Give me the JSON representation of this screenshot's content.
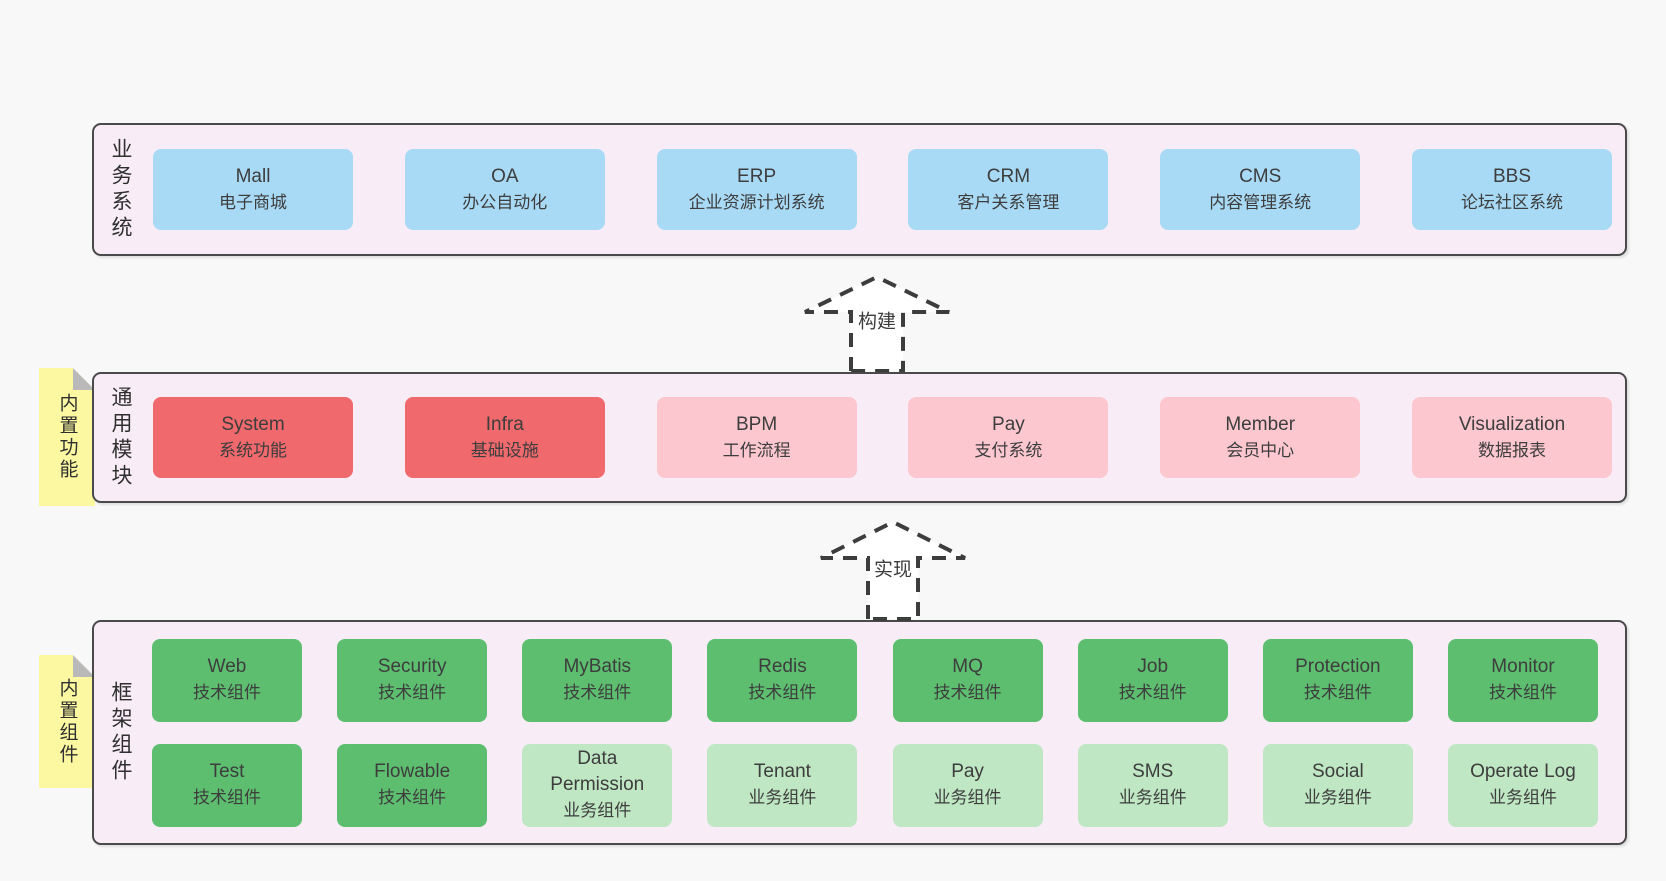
{
  "colors": {
    "bg": "#f8f8f8",
    "band_bg": "#f8edf6",
    "band_border": "#4a4a4a",
    "text": "#3d3d3d",
    "blue": "#a9daf5",
    "red": "#f0696c",
    "pink": "#fcc7cf",
    "green": "#5dbe70",
    "green_light": "#bfe7c3",
    "sticky_yellow": "#fbf8a1",
    "sticky_fold": "#b9b9b9",
    "arrow": "#3d3d3d"
  },
  "bands": {
    "business": {
      "label": "业务系统",
      "items": [
        {
          "name": "Mall",
          "desc": "电子商城"
        },
        {
          "name": "OA",
          "desc": "办公自动化"
        },
        {
          "name": "ERP",
          "desc": "企业资源计划系统"
        },
        {
          "name": "CRM",
          "desc": "客户关系管理"
        },
        {
          "name": "CMS",
          "desc": "内容管理系统"
        },
        {
          "name": "BBS",
          "desc": "论坛社区系统"
        }
      ]
    },
    "modules": {
      "label": "通用模块",
      "sticky": "内置功能",
      "items": [
        {
          "name": "System",
          "desc": "系统功能"
        },
        {
          "name": "Infra",
          "desc": "基础设施"
        },
        {
          "name": "BPM",
          "desc": "工作流程"
        },
        {
          "name": "Pay",
          "desc": "支付系统"
        },
        {
          "name": "Member",
          "desc": "会员中心"
        },
        {
          "name": "Visualization",
          "desc": "数据报表"
        }
      ]
    },
    "components": {
      "label": "框架组件",
      "sticky": "内置组件",
      "rows": [
        [
          {
            "name": "Web",
            "desc": "技术组件"
          },
          {
            "name": "Security",
            "desc": "技术组件"
          },
          {
            "name": "MyBatis",
            "desc": "技术组件"
          },
          {
            "name": "Redis",
            "desc": "技术组件"
          },
          {
            "name": "MQ",
            "desc": "技术组件"
          },
          {
            "name": "Job",
            "desc": "技术组件"
          },
          {
            "name": "Protection",
            "desc": "技术组件"
          },
          {
            "name": "Monitor",
            "desc": "技术组件"
          }
        ],
        [
          {
            "name": "Test",
            "desc": "技术组件"
          },
          {
            "name": "Flowable",
            "desc": "技术组件"
          },
          {
            "name": "Data Permission",
            "desc": "业务组件"
          },
          {
            "name": "Tenant",
            "desc": "业务组件"
          },
          {
            "name": "Pay",
            "desc": "业务组件"
          },
          {
            "name": "SMS",
            "desc": "业务组件"
          },
          {
            "name": "Social",
            "desc": "业务组件"
          },
          {
            "name": "Operate Log",
            "desc": "业务组件"
          }
        ]
      ]
    }
  },
  "arrows": [
    {
      "label": "构建"
    },
    {
      "label": "实现"
    }
  ]
}
